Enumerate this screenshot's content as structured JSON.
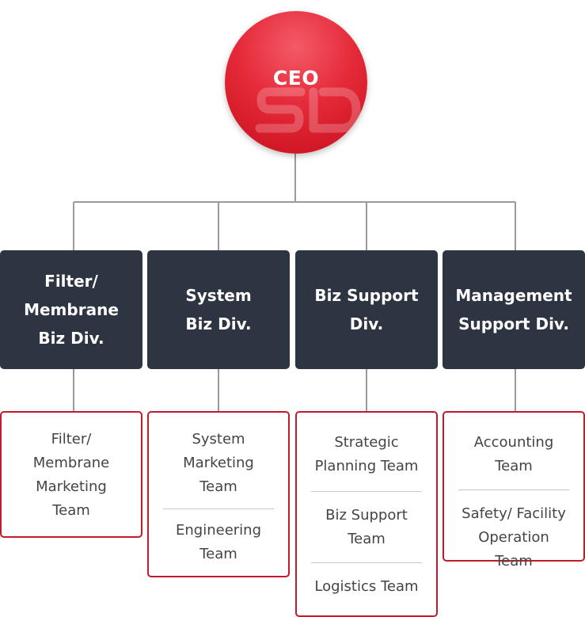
{
  "ceo": {
    "label": "CEO"
  },
  "divisions": [
    {
      "label": "Filter/\nMembrane\nBiz Div.",
      "teams": [
        "Filter/\nMembrane\nMarketing\nTeam"
      ]
    },
    {
      "label": "System\nBiz Div.",
      "teams": [
        "System\nMarketing\nTeam",
        "Engineering\nTeam"
      ]
    },
    {
      "label": "Biz Support\nDiv.",
      "teams": [
        "Strategic\nPlanning Team",
        "Biz Support\nTeam",
        "Logistics Team"
      ]
    },
    {
      "label": "Management\nSupport Div.",
      "teams": [
        "Accounting\nTeam",
        "Safety/ Facility\nOperation Team"
      ]
    }
  ],
  "colors": {
    "ceo": "#e52a3a",
    "division_box": "#2d3542",
    "team_border": "#c41a2a",
    "connector": "#9a9a9a"
  }
}
